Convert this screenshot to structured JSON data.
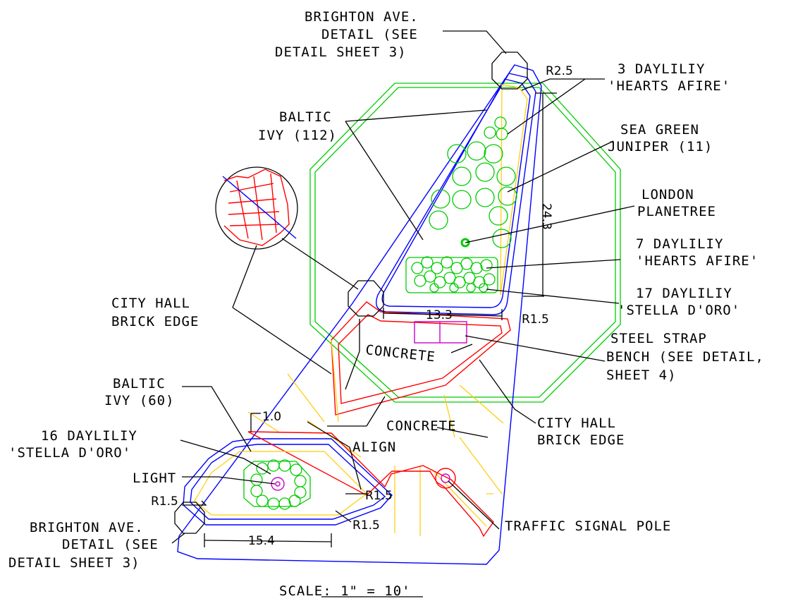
{
  "labels": {
    "brighton_top": [
      "BRIGHTON AVE.",
      "DETAIL (SEE",
      "DETAIL SHEET 3)"
    ],
    "daylily3": [
      "3 DAYLILIY",
      "'HEARTS AFIRE'"
    ],
    "baltic_ivy_112": [
      "BALTIC",
      "IVY (112)"
    ],
    "sea_green": [
      "SEA GREEN",
      "JUNIPER (11)"
    ],
    "planetree": [
      "LONDON",
      "PLANETREE"
    ],
    "daylily7": [
      "7 DAYLILIY",
      "'HEARTS AFIRE'"
    ],
    "daylily17": [
      "17 DAYLILIY",
      "'STELLA D'ORO'"
    ],
    "city_hall_left": [
      "CITY HALL",
      "BRICK EDGE"
    ],
    "steel_bench": [
      "STEEL STRAP",
      "BENCH (SEE DETAIL,",
      "SHEET 4)"
    ],
    "concrete_top": "CONCRETE",
    "baltic_ivy_60": [
      "BALTIC",
      "IVY (60)"
    ],
    "concrete_bottom": "CONCRETE",
    "city_hall_right": [
      "CITY HALL",
      "BRICK EDGE"
    ],
    "align": "ALIGN",
    "daylily16": [
      "16 DAYLILIY",
      "'STELLA D'ORO'"
    ],
    "light": "LIGHT",
    "brighton_bottom": [
      "BRIGHTON AVE.",
      "DETAIL (SEE",
      "DETAIL SHEET 3)"
    ],
    "traffic_pole": "TRAFFIC SIGNAL POLE",
    "scale": "SCALE:  1\" = 10'"
  },
  "dimensions": {
    "r_top": "R2.5",
    "len_24": "24.3",
    "w_13": "13.3",
    "r_15_upper": "R1.5",
    "d_10": "1.0",
    "r_15_bed_right_top": "R1.5",
    "r_15_bed_left": "R1.5",
    "r_15_bed_bottom": "R1.5",
    "w_15": "15.4"
  }
}
